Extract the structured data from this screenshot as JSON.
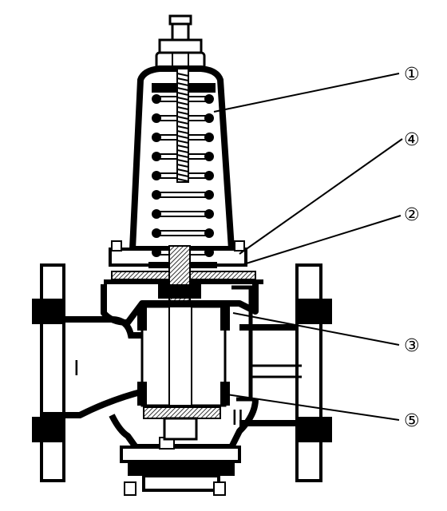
{
  "callouts": [
    {
      "id": "c1",
      "label": "①"
    },
    {
      "id": "c4",
      "label": "④"
    },
    {
      "id": "c2",
      "label": "②"
    },
    {
      "id": "c3",
      "label": "③"
    },
    {
      "id": "c5",
      "label": "⑤"
    }
  ],
  "ports": {
    "inlet": "I",
    "outlet": "II"
  },
  "colors": {
    "body": "#000000",
    "gasket": "#666666",
    "background": "#ffffff"
  }
}
